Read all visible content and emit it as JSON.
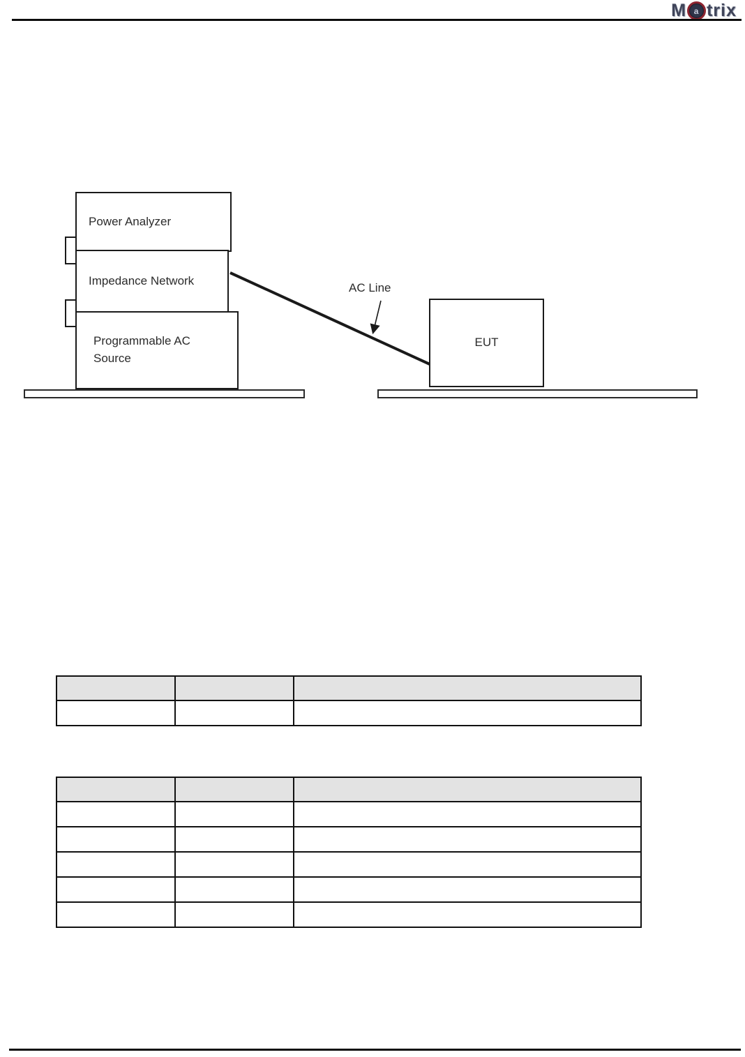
{
  "logo": {
    "prefix": "M",
    "at": "a",
    "suffix": "trix"
  },
  "diagram": {
    "power_analyzer_label": "Power Analyzer",
    "impedance_network_label": "Impedance Network",
    "programmable_ac_source_label": "Programmable AC Source",
    "eut_label": "EUT",
    "ac_line_label": "AC Line"
  },
  "setup_table": {
    "headers": [
      "",
      "",
      ""
    ],
    "rows": [
      [
        "",
        "",
        ""
      ]
    ]
  },
  "equipment_table": {
    "headers": [
      "",
      "",
      ""
    ],
    "rows": [
      [
        "",
        "",
        ""
      ],
      [
        "",
        "",
        ""
      ],
      [
        "",
        "",
        ""
      ],
      [
        "",
        "",
        ""
      ],
      [
        "",
        "",
        ""
      ]
    ]
  },
  "colors": {
    "table_header_fill": "#e3e3e3",
    "rule_color": "#0d0d0d",
    "logo_dark": "#3f4459",
    "logo_ring_red": "#8d2430"
  }
}
